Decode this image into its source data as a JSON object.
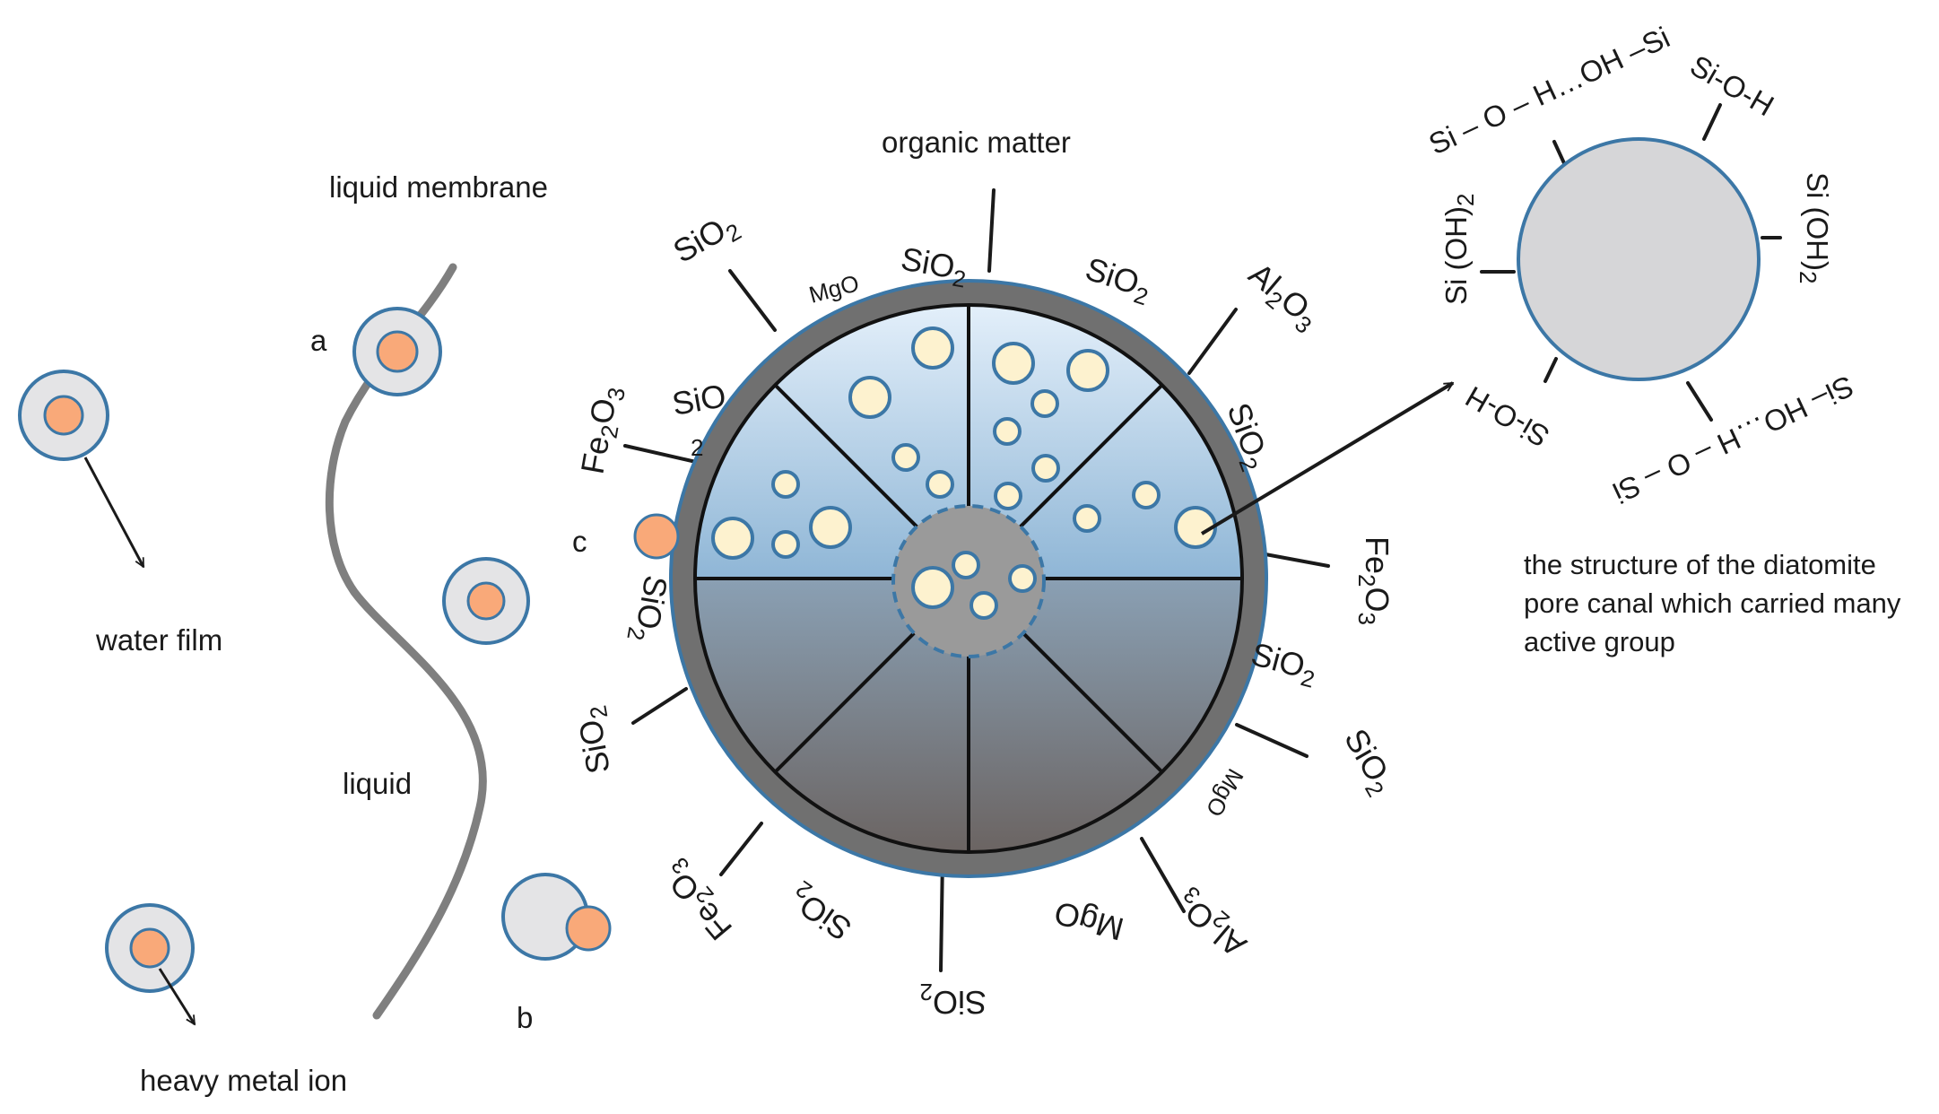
{
  "left_panel": {
    "liquid_membrane": "liquid membrane",
    "water_film": "water film",
    "liquid": "liquid",
    "heavy_metal_ion": "heavy metal  ion",
    "marker_a": "a",
    "marker_b": "b",
    "marker_c": "c"
  },
  "diatomite": {
    "organic_matter": "organic matter",
    "surface_groups": {
      "sio2_top_left": "SiO",
      "mgo_top": "MgO",
      "sio2_top": "SiO",
      "sio2_top_right": "SiO",
      "al2o3_top_right": "Al",
      "sio2_right_upper": "SiO",
      "fe2o3_right": "Fe",
      "sio2_right_lower": "SiO",
      "sio2_lower_right": "SiO",
      "mgo_lower_right": "MgO",
      "al2o3_bottom_right": "Al",
      "mgo_bottom": "MgO",
      "sio2_bottom": "SiO",
      "sio2_bottom_left": "SiO",
      "fe2o3_bottom_left": "Fe",
      "sio2_left_lower": "SiO",
      "sio2_left": "SiO",
      "fe2o3_left": "Fe",
      "sio_left_upper": "SiO",
      "sub_2": "2",
      "sub_3": "3",
      "sub_o3": "O",
      "sub_2o3": "O"
    }
  },
  "pore_canal": {
    "groups": {
      "si_o_h_oh_si_top": "Si – O – H…OH –Si",
      "si_o_h_top_right": "Si-O-H",
      "si_oh2_right": "Si (OH)",
      "si_oh2_left": "Si (OH)",
      "si_o_h_bottom_left": "Si-O-H",
      "si_o_h_oh_si_bottom": "Si– HO…H – O – Si",
      "sub_2": "2"
    },
    "description": [
      "the structure of the diatomite",
      "pore canal  which carried many",
      "active group"
    ]
  },
  "colors": {
    "ion_orange": "#f9a979",
    "shell_grey": "#e4e4e6",
    "outline_blue": "#3c77a6",
    "membrane_grey": "#7f7f7f",
    "wall_grey": "#707070",
    "pore_yellow": "#fdf2cf"
  }
}
